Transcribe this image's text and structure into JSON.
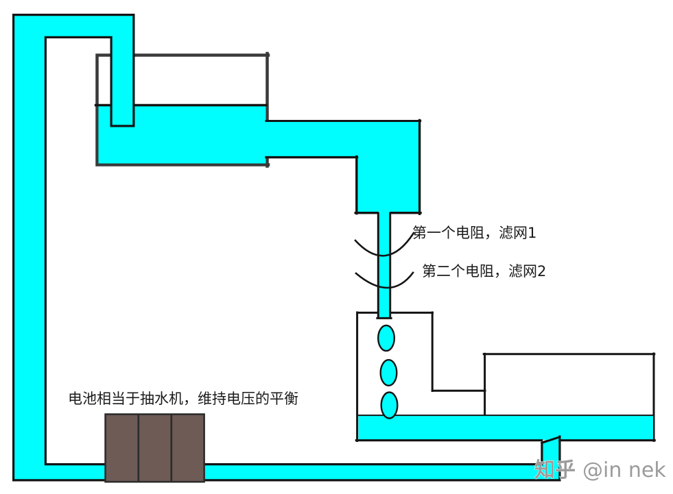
{
  "diagram": {
    "labels": {
      "filter1": "第一个电阻，滤网1",
      "filter2": "第二个电阻，滤网2",
      "battery": "电池相当于抽水机，维持电压的平衡"
    },
    "watermark": {
      "brand": "知乎",
      "handle": "@in nek"
    }
  },
  "colors": {
    "water": "#00FEFE",
    "outline": "#141414",
    "tank-outline": "#3A3A3A",
    "battery-body": "#6E5B56",
    "battery-outline": "#2B2B2B",
    "text": "#1A1A1A",
    "watermark": "#9B9B9B",
    "background": "#FFFFFF"
  }
}
